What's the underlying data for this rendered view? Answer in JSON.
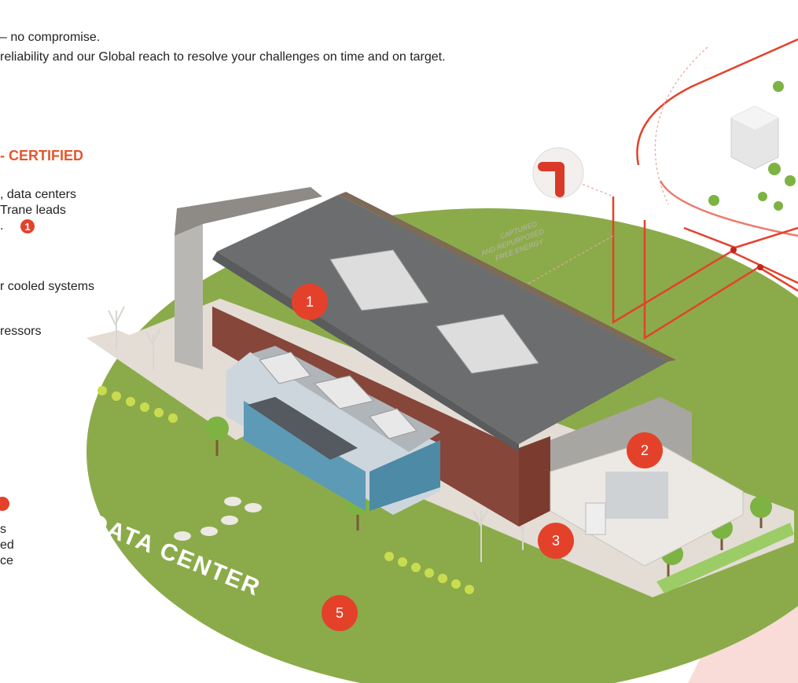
{
  "intro": {
    "line1": "– no compromise.",
    "line2": "reliability and our Global reach to resolve your challenges on time and on target."
  },
  "left_column": {
    "heading": "- CERTIFIED",
    "lines": [
      ", data centers",
      " Trane leads",
      "."
    ],
    "badge": "1",
    "line_cooled": "r cooled systems",
    "line_compressors": "ressors",
    "bottom_lines": [
      "s",
      "ed",
      "ce"
    ]
  },
  "diagram": {
    "callouts": [
      "1",
      "2",
      "3",
      "5"
    ],
    "ground_label": "DATA CENTER",
    "energy_label_line1": "CAPTURED",
    "energy_label_line2": "AND REPURPOSED",
    "energy_label_line3": "FREE ENERGY",
    "colors": {
      "accent": "#e4412b",
      "grass": "#8bab4a",
      "path": "#e3ddd5",
      "roof": "#6f6f70",
      "brick": "#8a4a36",
      "energy_line": "#e4412b"
    }
  }
}
